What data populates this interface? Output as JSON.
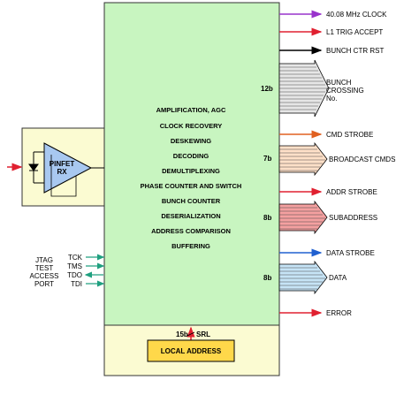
{
  "chip": {
    "functions": [
      "AMPLIFICATION, AGC",
      "CLOCK RECOVERY",
      "DESKEWING",
      "DECODING",
      "DEMULTIPLEXING",
      "PHASE COUNTER AND SWITCH",
      "BUNCH COUNTER",
      "DESERIALIZATION",
      "ADDRESS COMPARISON",
      "BUFFERING"
    ]
  },
  "receiver": {
    "line1": "PINFET",
    "line2": "RX"
  },
  "jtag": {
    "title_lines": [
      "JTAG",
      "TEST",
      "ACCESS",
      "PORT"
    ],
    "pins": [
      "TCK",
      "TMS",
      "TDO",
      "TDI"
    ]
  },
  "outputs": {
    "clock": "40.08 MHz CLOCK",
    "l1": "L1 TRIG ACCEPT",
    "bcr": "BUNCH CTR RST",
    "bunch_width": "12b",
    "bunch_lines": [
      "BUNCH",
      "CROSSING",
      "No."
    ],
    "cmd_strobe": "CMD STROBE",
    "bcast_width": "7b",
    "bcast": "BROADCAST CMDS",
    "addr_strobe": "ADDR STROBE",
    "subaddr_width": "8b",
    "subaddr": "SUBADDRESS",
    "data_strobe": "DATA STROBE",
    "data_width": "8b",
    "data": "DATA",
    "error": "ERROR"
  },
  "local": {
    "width": "15b",
    "srl": "SRL",
    "label": "LOCAL ADDRESS"
  },
  "colors": {
    "chip_fill": "#c8f5c0",
    "local_fill": "#fbfbd2",
    "rx_fill": "#a8c8f0",
    "clock_arrow": "#9933cc",
    "red_arrow": "#e02030",
    "cmd_arrow": "#e06020",
    "blue_arrow": "#2060d0",
    "jtag_arrow": "#20a080",
    "bunch_bus_fill": "#e6e6e6",
    "subaddr_bus_fill": "#f4a0a0",
    "data_bus_fill": "#c6e4f6",
    "local_addr_fill": "#ffd84a"
  }
}
